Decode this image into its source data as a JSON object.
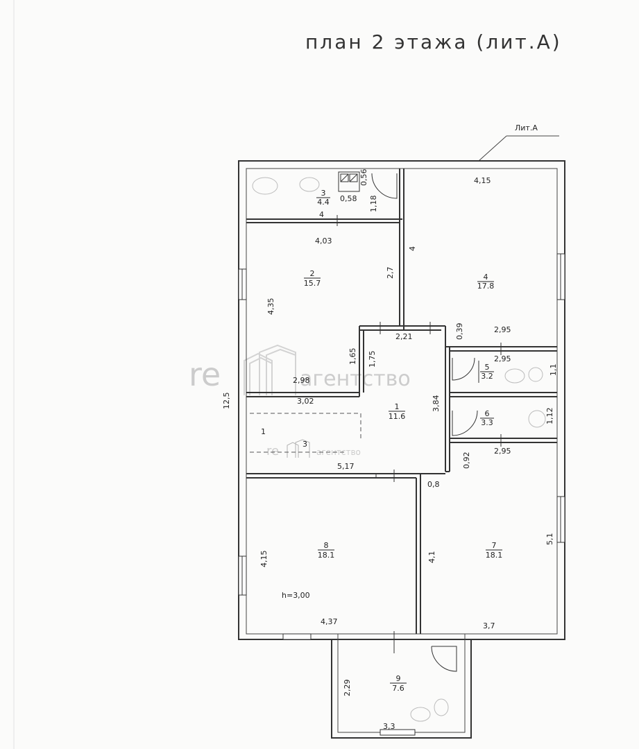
{
  "title": "план 2 этажа (лит.А)",
  "building_label": "Лит.А",
  "overall_height": "12,5",
  "ceiling_height": "h=3,00",
  "watermark": {
    "logo": "re",
    "text": "агентство"
  },
  "rooms": [
    {
      "id": "1",
      "num": "1",
      "area": "11.6"
    },
    {
      "id": "2",
      "num": "2",
      "area": "15.7"
    },
    {
      "id": "3",
      "num": "3",
      "area": "4.4"
    },
    {
      "id": "4",
      "num": "4",
      "area": "17.8"
    },
    {
      "id": "5",
      "num": "5",
      "area": "3.2"
    },
    {
      "id": "6",
      "num": "6",
      "area": "3.3"
    },
    {
      "id": "7",
      "num": "7",
      "area": "18.1"
    },
    {
      "id": "8",
      "num": "8",
      "area": "18.1"
    },
    {
      "id": "9",
      "num": "9",
      "area": "7.6"
    }
  ],
  "stair_labels": {
    "a": "1",
    "b": "3"
  },
  "dimensions": {
    "d_058": "0,58",
    "d_056": "0,56",
    "d_118": "1,18",
    "d_4a": "4",
    "d_403": "4,03",
    "d_27": "2,7",
    "d_435": "4,35",
    "d_4b": "4",
    "d_415a": "4,15",
    "d_039": "0,39",
    "d_295a": "2,95",
    "d_221": "2,21",
    "d_165": "1,65",
    "d_175": "1,75",
    "d_295b": "2,95",
    "d_11": "1,1",
    "d_298": "2,98",
    "d_302": "3,02",
    "d_384": "3,84",
    "d_112": "1,12",
    "d_517": "5,17",
    "d_092": "0,92",
    "d_295c": "2,95",
    "d_08": "0,8",
    "d_415b": "4,15",
    "d_41": "4,1",
    "d_51": "5,1",
    "d_437": "4,37",
    "d_37": "3,7",
    "d_229": "2,29",
    "d_33": "3,3"
  }
}
